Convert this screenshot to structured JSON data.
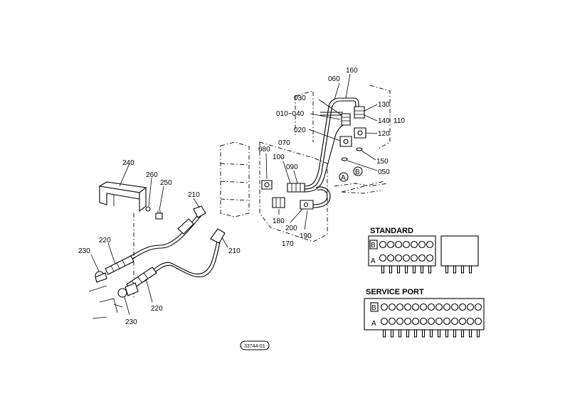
{
  "callouts": {
    "c240": "240",
    "c260": "260",
    "c250": "250",
    "c210a": "210",
    "c210b": "210",
    "c220a": "220",
    "c220b": "220",
    "c230a": "230",
    "c230b": "230",
    "c080": "080",
    "c070": "070",
    "c100": "100",
    "c090": "090",
    "c180": "180",
    "c200": "200",
    "c190": "190",
    "c170": "170",
    "c160": "160",
    "c060": "060",
    "c030": "030",
    "c010_040": "010~040",
    "c020": "020",
    "c130": "130",
    "c140": "140",
    "c110": "110",
    "c120": "120",
    "c150": "150",
    "c050": "050"
  },
  "port_labels": {
    "a": "A",
    "b": "B"
  },
  "sections": {
    "standard": "STANDARD",
    "service_port": "SERVICE PORT"
  },
  "drawing_code": "33744-01"
}
